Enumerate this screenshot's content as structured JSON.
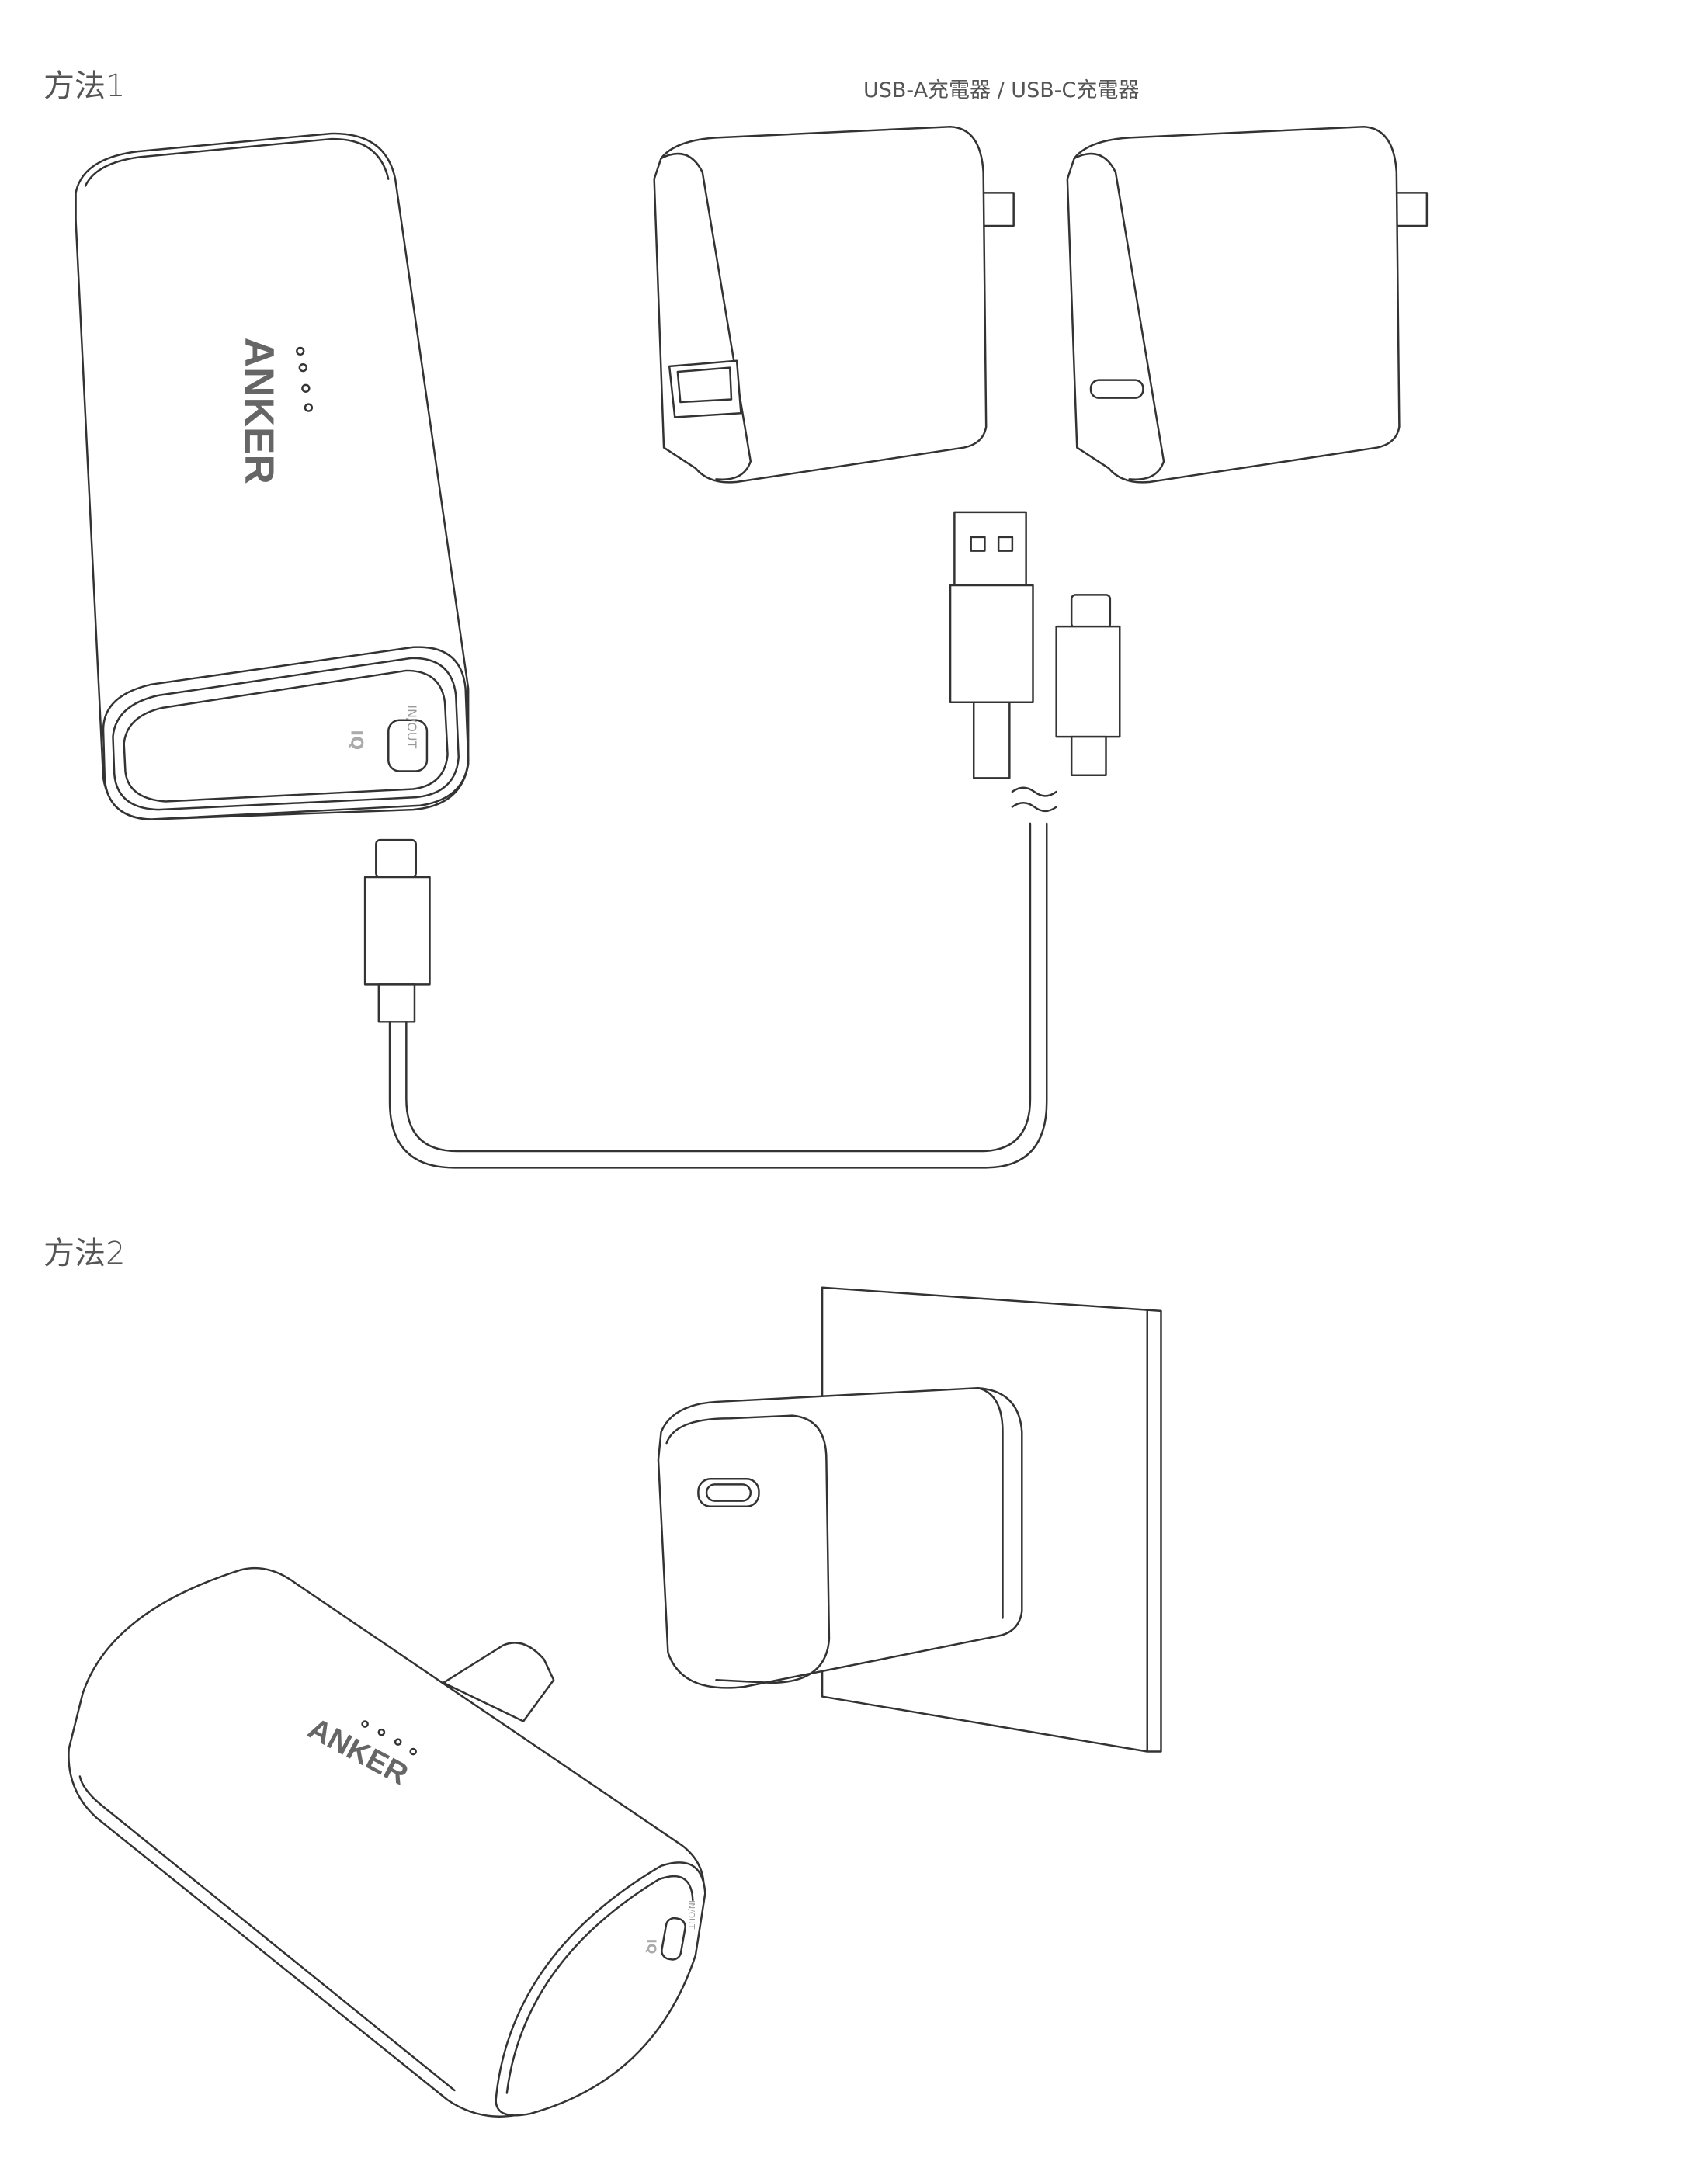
{
  "method1": {
    "title": "方法1",
    "charger_label": "USB-A充電器 / USB-C充電器"
  },
  "method2": {
    "title": "方法2"
  },
  "device": {
    "brand_logo": "ANKER",
    "port_label": "IN/OUT",
    "tech_logo": "IQ"
  },
  "colors": {
    "line": "#333333",
    "text": "#555555",
    "logo": "#666666"
  }
}
